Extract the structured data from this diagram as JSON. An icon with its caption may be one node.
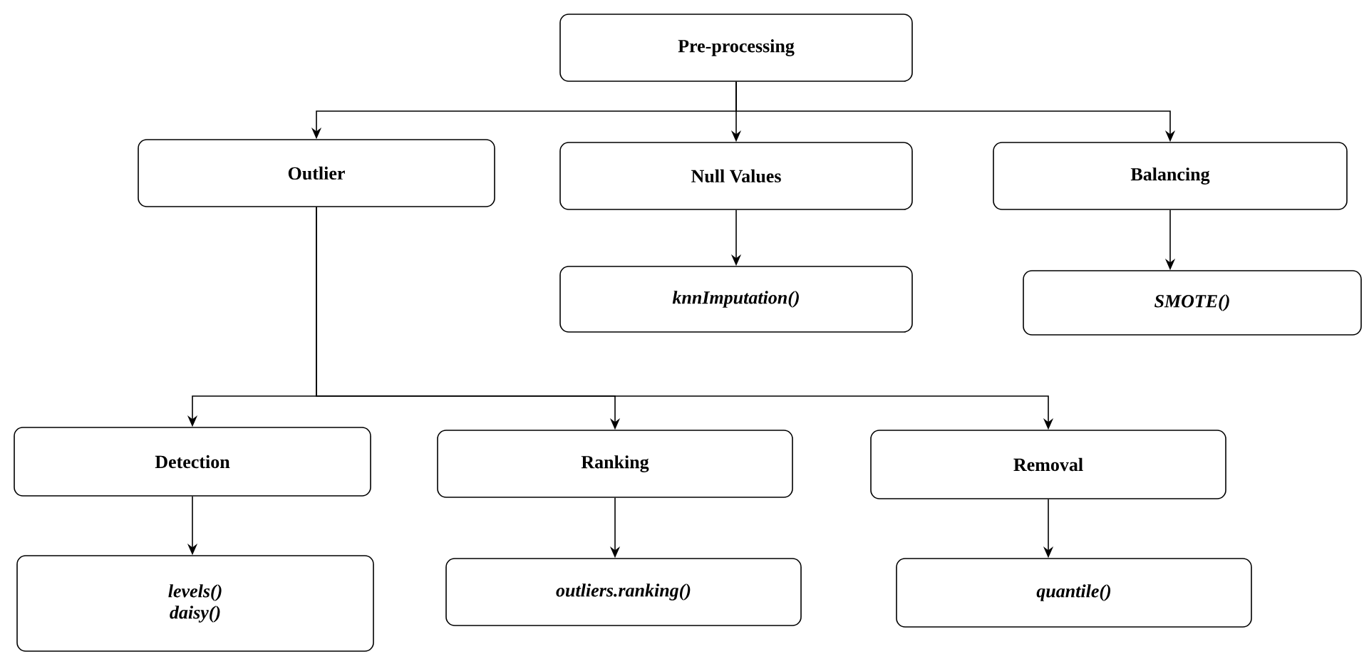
{
  "diagram": {
    "nodes": [
      {
        "text": [
          "Pre-processing"
        ]
      },
      {
        "text": [
          "Outlier"
        ]
      },
      {
        "text": [
          "Null Values"
        ]
      },
      {
        "text": [
          "Balancing"
        ]
      },
      {
        "text": [
          "knnImputation()"
        ]
      },
      {
        "text": [
          "SMOTE()"
        ]
      },
      {
        "text": [
          "Detection"
        ]
      },
      {
        "text": [
          "Ranking"
        ]
      },
      {
        "text": [
          "Removal"
        ]
      },
      {
        "text": [
          "levels()",
          "daisy()"
        ]
      },
      {
        "text": [
          "outliers.ranking()"
        ]
      },
      {
        "text": [
          "quantile()"
        ]
      }
    ],
    "edges": [
      {
        "from": 0,
        "to": 1,
        "arrow": "to"
      },
      {
        "from": 0,
        "to": 2,
        "arrow": "to"
      },
      {
        "from": 0,
        "to": 3,
        "arrow": "to"
      },
      {
        "from": 2,
        "to": 4,
        "arrow": "to"
      },
      {
        "from": 3,
        "to": 5,
        "arrow": "to"
      },
      {
        "from": 1,
        "to": 6,
        "arrow": "to"
      },
      {
        "from": 1,
        "to": 7,
        "arrow": "to"
      },
      {
        "from": 1,
        "to": 8,
        "arrow": "to"
      },
      {
        "from": 6,
        "to": 9,
        "arrow": "to"
      },
      {
        "from": 7,
        "to": 10,
        "arrow": "to"
      },
      {
        "from": 8,
        "to": 11,
        "arrow": "to"
      }
    ]
  }
}
